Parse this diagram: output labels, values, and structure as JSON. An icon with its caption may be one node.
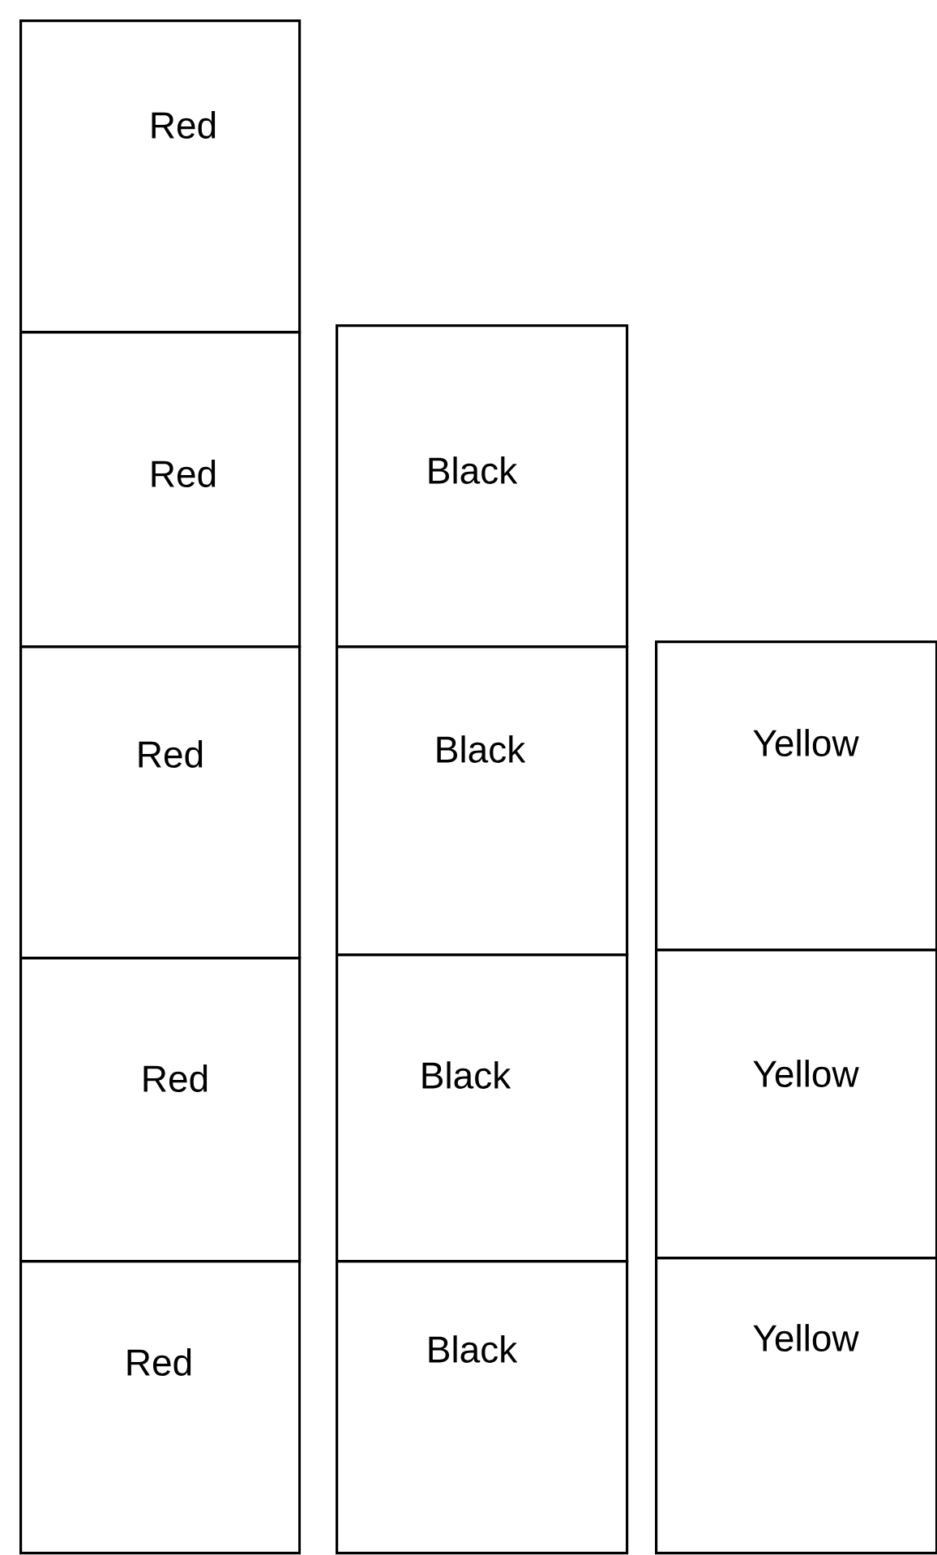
{
  "diagram": {
    "nodes": [
      {
        "text": [
          "Red"
        ]
      },
      {
        "text": [
          "Red"
        ]
      },
      {
        "text": [
          "Red"
        ]
      },
      {
        "text": [
          "Red"
        ]
      },
      {
        "text": [
          "Red"
        ]
      },
      {
        "text": [
          "Black"
        ]
      },
      {
        "text": [
          "Black"
        ]
      },
      {
        "text": [
          "Black"
        ]
      },
      {
        "text": [
          "Black"
        ]
      },
      {
        "text": [
          "Yellow"
        ]
      },
      {
        "text": [
          "Yellow"
        ]
      },
      {
        "text": [
          "Yellow"
        ]
      }
    ]
  }
}
